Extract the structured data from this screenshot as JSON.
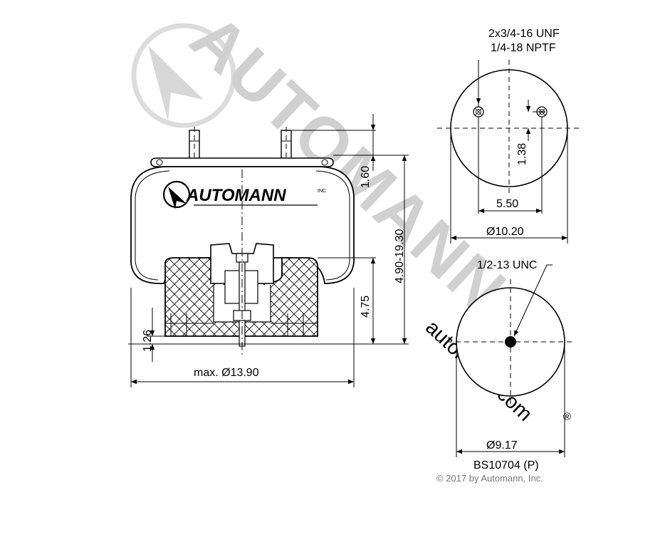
{
  "watermark": {
    "brand": "AUTOMANN",
    "url": "automann.com",
    "registered_mark": "®"
  },
  "logo": {
    "text": "AUTOMANN",
    "suffix": "INC"
  },
  "dimensions": {
    "top_height": "1.60",
    "height_range": "4.90-19.30",
    "piston_height": "4.75",
    "base_height": "1.26",
    "max_diameter": "max. Ø13.90",
    "stud_spacing_vertical": "1.38",
    "stud_spacing_horizontal": "5.50",
    "top_plate_diameter": "Ø10.20",
    "bottom_diameter": "Ø9.17"
  },
  "callouts": {
    "thread_line1": "2x3/4-16 UNF",
    "thread_line2": "1/4-18 NPTF",
    "bottom_thread": "1/2-13 UNC"
  },
  "part_number": "BS10704 (P)",
  "copyright": "© 2017 by Automann, Inc."
}
